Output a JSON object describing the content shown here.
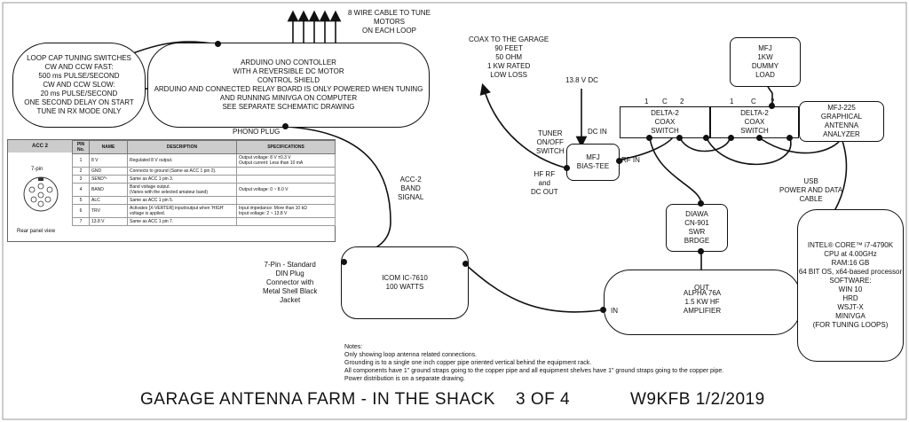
{
  "loop_cap_switches": {
    "lines": [
      "LOOP CAP TUNING SWITCHES",
      "CW AND CCW FAST:",
      "500 ms PULSE/SECOND",
      "CW AND CCW SLOW:",
      "20 ms PULSE/SECOND",
      "ONE SECOND DELAY ON START",
      "TUNE IN RX MODE ONLY"
    ]
  },
  "arduino": {
    "lines": [
      "ARDUINO UNO CONTOLLER",
      "WITH A REVERSIBLE DC MOTOR",
      "CONTROL SHIELD",
      "ARDUINO AND CONNECTED RELAY BOARD IS ONLY POWERED WHEN TUNING",
      "AND RUNNING MINIVGA ON COMPUTER",
      "SEE SEPARATE SCHEMATIC DRAWING"
    ]
  },
  "motor_cable": {
    "lines": [
      "8 WIRE CABLE TO TUNE",
      "MOTORS",
      "ON EACH LOOP"
    ]
  },
  "phono_plug": "PHONO PLUG",
  "acc2_band": {
    "lines": [
      "ACC-2",
      "BAND",
      "SIGNAL"
    ]
  },
  "din_plug": {
    "lines": [
      "7-Pin - Standard",
      "DIN Plug",
      "Connector with",
      "Metal Shell Black",
      "Jacket"
    ]
  },
  "icom": {
    "lines": [
      "ICOM IC-7610",
      "100 WATTS"
    ]
  },
  "coax_garage": {
    "lines": [
      "COAX TO THE GARAGE",
      "90 FEET",
      "50 OHM",
      "1 KW RATED",
      "LOW LOSS"
    ]
  },
  "dc_13v8": "13.8 V DC",
  "tuner_switch": {
    "lines": [
      "TUNER",
      "ON/OFF",
      "SWITCH"
    ]
  },
  "dc_in": "DC IN",
  "bias_tee": {
    "lines": [
      "MFJ",
      "BIAS-TEE"
    ]
  },
  "hf_rf_out": {
    "lines": [
      "HF RF",
      "and",
      "DC OUT"
    ]
  },
  "rf_in": "RF IN",
  "delta1": {
    "ports": [
      "1",
      "C",
      "2"
    ],
    "lines": [
      "DELTA-2",
      "COAX",
      "SWITCH"
    ]
  },
  "delta2": {
    "ports": [
      "1",
      "C",
      "2"
    ],
    "lines": [
      "DELTA-2",
      "COAX",
      "SWITCH"
    ]
  },
  "dummy_load": {
    "lines": [
      "MFJ",
      "1KW",
      "DUMMY",
      "LOAD"
    ]
  },
  "analyzer": {
    "lines": [
      "MFJ-225",
      "GRAPHICAL",
      "ANTENNA",
      "ANALYZER"
    ]
  },
  "usb_cable": {
    "lines": [
      "USB",
      "POWER AND DATA",
      "CABLE"
    ]
  },
  "swr_bridge": {
    "lines": [
      "DIAWA",
      "CN-901",
      "SWR",
      "BRDGE"
    ]
  },
  "amp": {
    "out": "OUT",
    "in": "IN",
    "lines": [
      "ALPHA 76A",
      "1.5 KW HF",
      "AMPLIFIER"
    ]
  },
  "computer": {
    "lines": [
      "INTEL® CORE™ i7-4790K",
      "CPU at 4.00GHz",
      "RAM:16 GB",
      "64 BIT OS, x64-based processor",
      "SOFTWARE:",
      "WIN 10",
      "HRD",
      "WSJT-X",
      "MINIVGA",
      "(FOR TUNING LOOPS)"
    ]
  },
  "spec_table": {
    "acc_label": "ACC 2",
    "pin_label": "7-pin",
    "rear_label": "Rear panel view",
    "headers": [
      "PIN No.",
      "NAME",
      "DESCRIPTION",
      "SPECIFICATIONS"
    ],
    "rows": [
      {
        "pin": "1",
        "name": "8 V",
        "desc": "Regulated 8 V output.",
        "spec": "Output voltage:    8 V ±0.3 V\nOutput current:    Less than 10 mA"
      },
      {
        "pin": "2",
        "name": "GND",
        "desc": "Connects to ground (Same as ACC 1 pin 2).",
        "spec": ""
      },
      {
        "pin": "3",
        "name": "SEND*¹",
        "desc": "Same as ACC 1 pin 3.",
        "spec": ""
      },
      {
        "pin": "4",
        "name": "BAND",
        "desc": "Band voltage output.\n(Varies with the selected amateur band)",
        "spec": "Output voltage:     0 ~ 8.0 V"
      },
      {
        "pin": "5",
        "name": "ALC",
        "desc": "Same as ACC 1 pin 5.",
        "spec": ""
      },
      {
        "pin": "6",
        "name": "TRV",
        "desc": "Activates [X-VERTER] input/output when 'HIGH' voltage is applied.",
        "spec": "Input impedance:   More than 10 kΩ\nInput voltage:       2 ~ 13.8 V"
      },
      {
        "pin": "7",
        "name": "13.8 V",
        "desc": "Same as ACC 1 pin 7.",
        "spec": ""
      }
    ]
  },
  "notes": {
    "lines": [
      "Notes:",
      "Only showing loop antenna related connections.",
      "Grounding is to a single one inch copper pipe oriented vertical behind the equipment rack.",
      "All components have 1\" ground straps going to the copper pipe and all equipment shelves have 1\" ground straps going to the copper pipe.",
      "Power distribution is on a separate drawing."
    ]
  },
  "title_block": {
    "title": "GARAGE ANTENNA FARM - IN THE SHACK    3 OF 4",
    "author": "W9KFB 1/2/2019"
  }
}
